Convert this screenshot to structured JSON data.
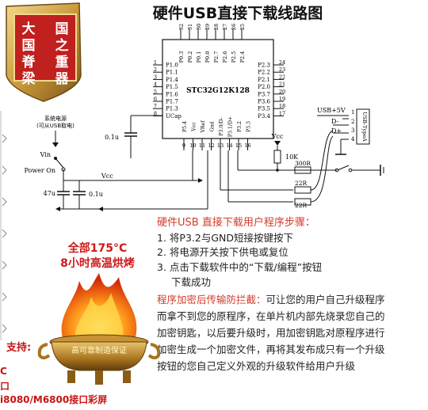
{
  "title": "硬件USB直接下载线路图",
  "badge": {
    "chars": [
      "大",
      "国",
      "国",
      "之",
      "脊",
      "重",
      "梁",
      "器"
    ]
  },
  "chip": {
    "name": "STC32G12K128",
    "pins_top_nums": [
      "32",
      "31",
      "30",
      "29",
      "28",
      "27",
      "26",
      "25"
    ],
    "pins_top_labels": [
      "P0.3",
      "P0.2",
      "P0.1",
      "P0.0",
      "P2.7",
      "P2.6",
      "P2.5",
      "P2.4"
    ],
    "pins_left_nums": [
      "1",
      "2",
      "3",
      "4",
      "5",
      "6",
      "7",
      "8"
    ],
    "pins_left_labels": [
      "P1.0",
      "P1.1",
      "P1.4",
      "P1.5",
      "P1.6",
      "P1.7",
      "P1.3",
      "UCap"
    ],
    "pins_right_nums": [
      "24",
      "23",
      "22",
      "21",
      "20",
      "19",
      "18",
      "17"
    ],
    "pins_right_labels": [
      "P2.3",
      "P2.2",
      "P2.1",
      "P2.0",
      "P3.7",
      "P3.6",
      "P3.5",
      "P3.4"
    ],
    "pins_bottom_nums": [
      "9",
      "10",
      "11",
      "12",
      "13",
      "14",
      "15",
      "16"
    ],
    "pins_bottom_labels": [
      "P5.4",
      "Vcc",
      "VRef",
      "Gnd",
      "P3.0/D-",
      "P3.1/D+",
      "P3.2",
      "P3.3"
    ]
  },
  "circuit": {
    "power_label_1": "系统电源",
    "power_label_2": "(可从USB取电)",
    "vin": "Vin",
    "power_on": "Power On",
    "vcc": "Vcc",
    "cap_47u": "47u",
    "cap_01u": "0.1u",
    "cap_01u_left": "0.1u",
    "r10k": "10K",
    "r300": "300R",
    "r22a": "22R",
    "r22b": "22R",
    "usb5v": "USB+5V",
    "dminus": "D-",
    "dplus": "D+",
    "usb_connector": "USB-TypeA",
    "usb_pins": [
      "1",
      "2",
      "3",
      "4"
    ]
  },
  "steps": {
    "title": "硬件USB 直接下载用户程序步骤：",
    "items": [
      "1. 将P3.2与GND短接按键按下",
      "2. 将电源开关按下供电或复位",
      "3. 点击下载软件中的“下载/编程”按钮",
      "下载成功"
    ]
  },
  "encryption": {
    "head": "程序加密后传输防拦截：",
    "body": "可让您的用户自己升级程序而拿不到您的原程序，在单片机内部先烧录您自己的加密钥匙，以后要升级时，用加密钥匙对原程序进行加密生成一个加密文件，再将其发布成只有一个升级按钮的您自己定义外观的升级软件给用户升级"
  },
  "promo": {
    "heat_line1": "全部175°C",
    "heat_line2": "8小时高温烘烤",
    "seal": "高可靠制造保证",
    "support": "支持:",
    "frag_c": "C",
    "frag_kou": "口",
    "bottom": "i8080/M6800接口彩屏"
  },
  "colors": {
    "accent": "#d23b2a",
    "badge_red": "#c0201e",
    "gold": "#b8862a"
  }
}
